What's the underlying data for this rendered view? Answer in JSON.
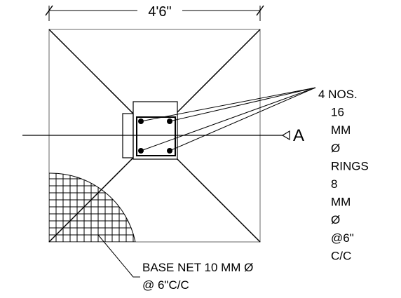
{
  "dimension": {
    "width_label": "4'6\""
  },
  "section_marker": {
    "label": "A"
  },
  "column_note": {
    "lines": [
      "4 NOS.",
      "16",
      "MM",
      "Ø",
      "RINGS",
      "8",
      "MM",
      "Ø",
      "@6\"",
      "C/C"
    ]
  },
  "base_note": {
    "line1": "BASE NET 10 MM Ø",
    "line2": "@ 6\"C/C"
  },
  "colors": {
    "line": "#000000",
    "outline": "#808080",
    "background": "#ffffff"
  }
}
